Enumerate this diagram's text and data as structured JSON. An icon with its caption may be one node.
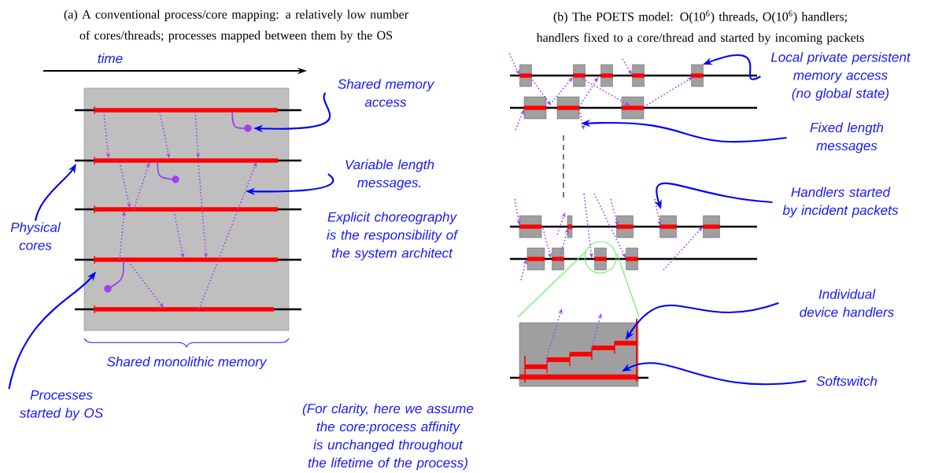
{
  "diagram": {
    "nodes": [
      {
        "text": [
          "Shared memory access"
        ]
      },
      {
        "text": [
          "Variable length messages."
        ]
      },
      {
        "text": [
          "Physical cores"
        ]
      },
      {
        "text": [
          "Processes started by OS"
        ]
      },
      {
        "text": [
          "Local private persistent memory access (no global state)"
        ]
      },
      {
        "text": [
          "Fixed length messages"
        ]
      },
      {
        "text": [
          "Handlers started by incident packets"
        ]
      },
      {
        "text": [
          "Individual device handlers"
        ]
      },
      {
        "text": [
          "Softswitch"
        ]
      },
      {
        "text": [],
        "shape": "box",
        "beside": [
          "Shared monolithic memory"
        ]
      }
    ],
    "edges": [
      {
        "from": 0,
        "to": 9,
        "arrow": "to"
      },
      {
        "from": 1,
        "to": 9,
        "arrow": "to"
      },
      {
        "from": 2,
        "to": 9,
        "arrow": "to"
      },
      {
        "from": 3,
        "to": 9,
        "arrow": "to"
      },
      {
        "from": 4,
        "to": null,
        "arrow": "to"
      },
      {
        "from": 5,
        "to": null,
        "arrow": "to"
      },
      {
        "from": 6,
        "to": null,
        "arrow": "to"
      },
      {
        "from": 7,
        "to": null,
        "arrow": "to"
      },
      {
        "from": 8,
        "to": null,
        "arrow": "to"
      }
    ],
    "labels": [
      "(a) A conventional process/core mapping: a relatively low number of cores/threads; processes mapped between them by the OS",
      "(b)  The POETS model: O(10$^{6}$) threads, O(10$^{6}$) handlers; handlers fixed to a core/thread and started by incoming packets",
      "time",
      "Explicit choreography is the responsibility of the system architect",
      "(For clarity, here we assume the core:process affinity is unchanged throughout the lifetime of the process)"
    ]
  }
}
